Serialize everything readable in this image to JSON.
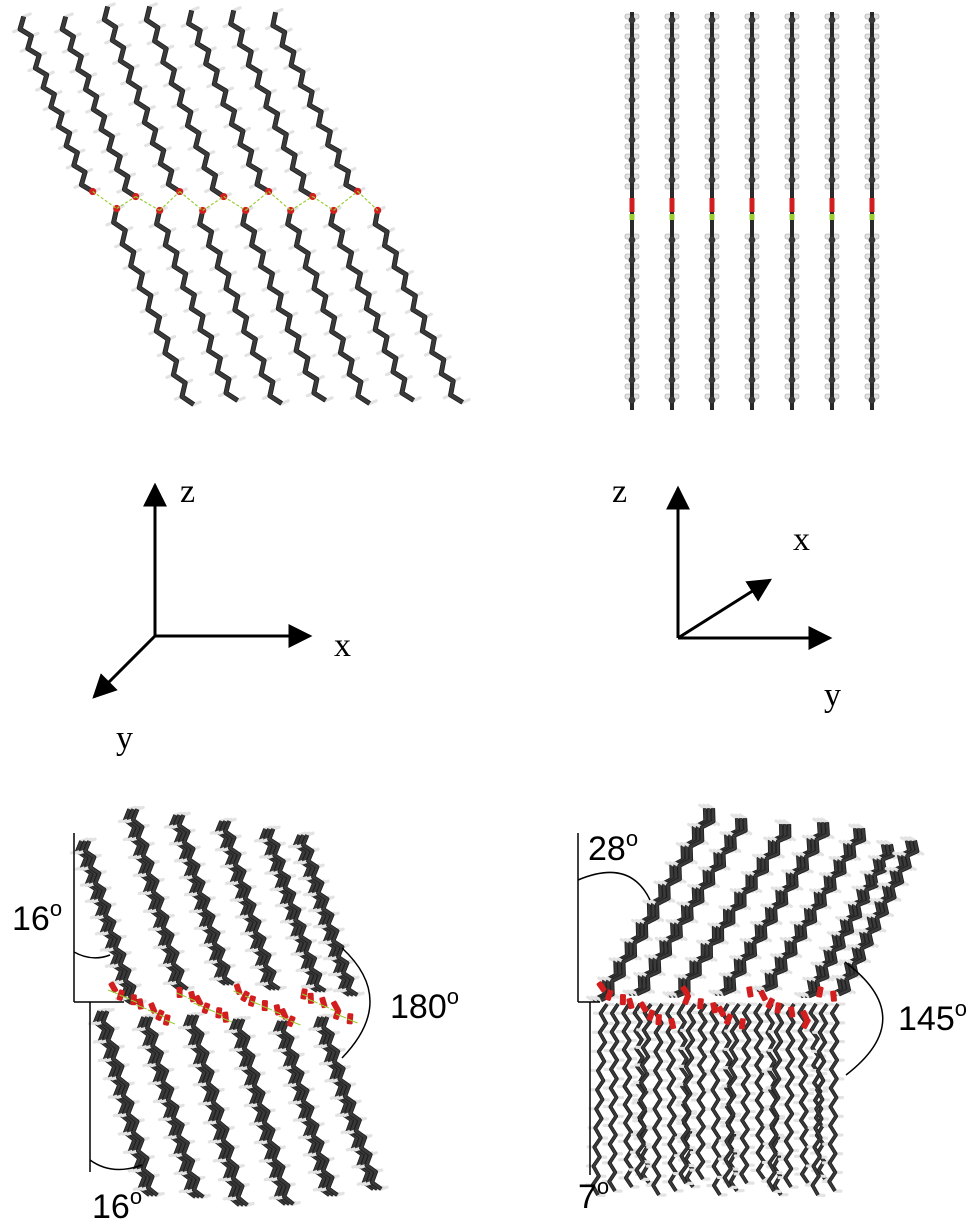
{
  "axes_left": {
    "z": "z",
    "x": "x",
    "y": "y"
  },
  "axes_right": {
    "z": "z",
    "x": "x",
    "y": "y"
  },
  "angles_left": {
    "upper": "16",
    "lower": "16",
    "between": "180",
    "degree_mark": "o"
  },
  "angles_right": {
    "upper": "28",
    "lower": "7",
    "between": "145",
    "degree_mark": "o"
  },
  "colors": {
    "carbon": "#3a3a3a",
    "hydrogen": "#e3e3e3",
    "oxygen": "#d21e1e",
    "hbond": "#9acd32"
  }
}
